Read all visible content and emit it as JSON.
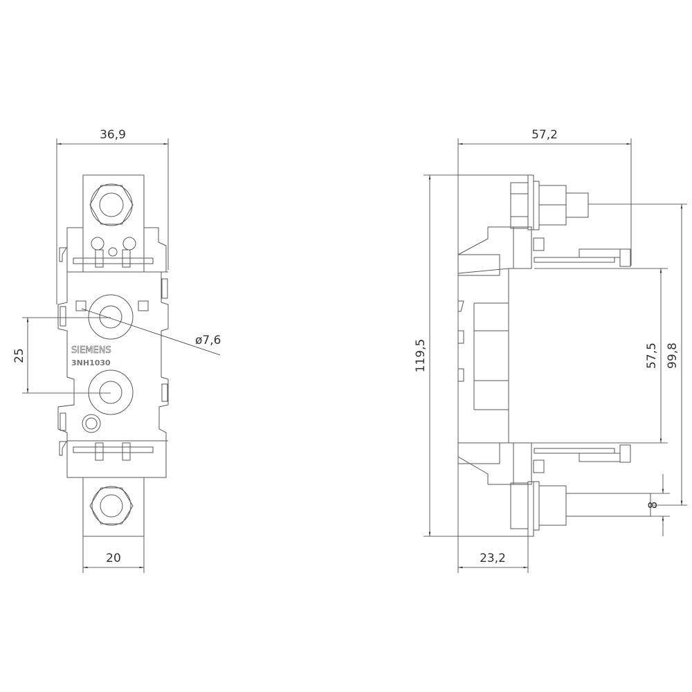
{
  "front_view": {
    "dims": {
      "width_total": "36,9",
      "terminal_width": "20",
      "hole_spacing": "25",
      "hole_diameter": "ø7,6"
    },
    "brand": "SIEMENS",
    "model": "3NH1030"
  },
  "side_view": {
    "dims": {
      "depth_total": "57,2",
      "height_total": "119,5",
      "base_depth": "23,2",
      "inner_height": "57,5",
      "stud_spacing": "99,8",
      "stud_diameter": "8"
    }
  }
}
